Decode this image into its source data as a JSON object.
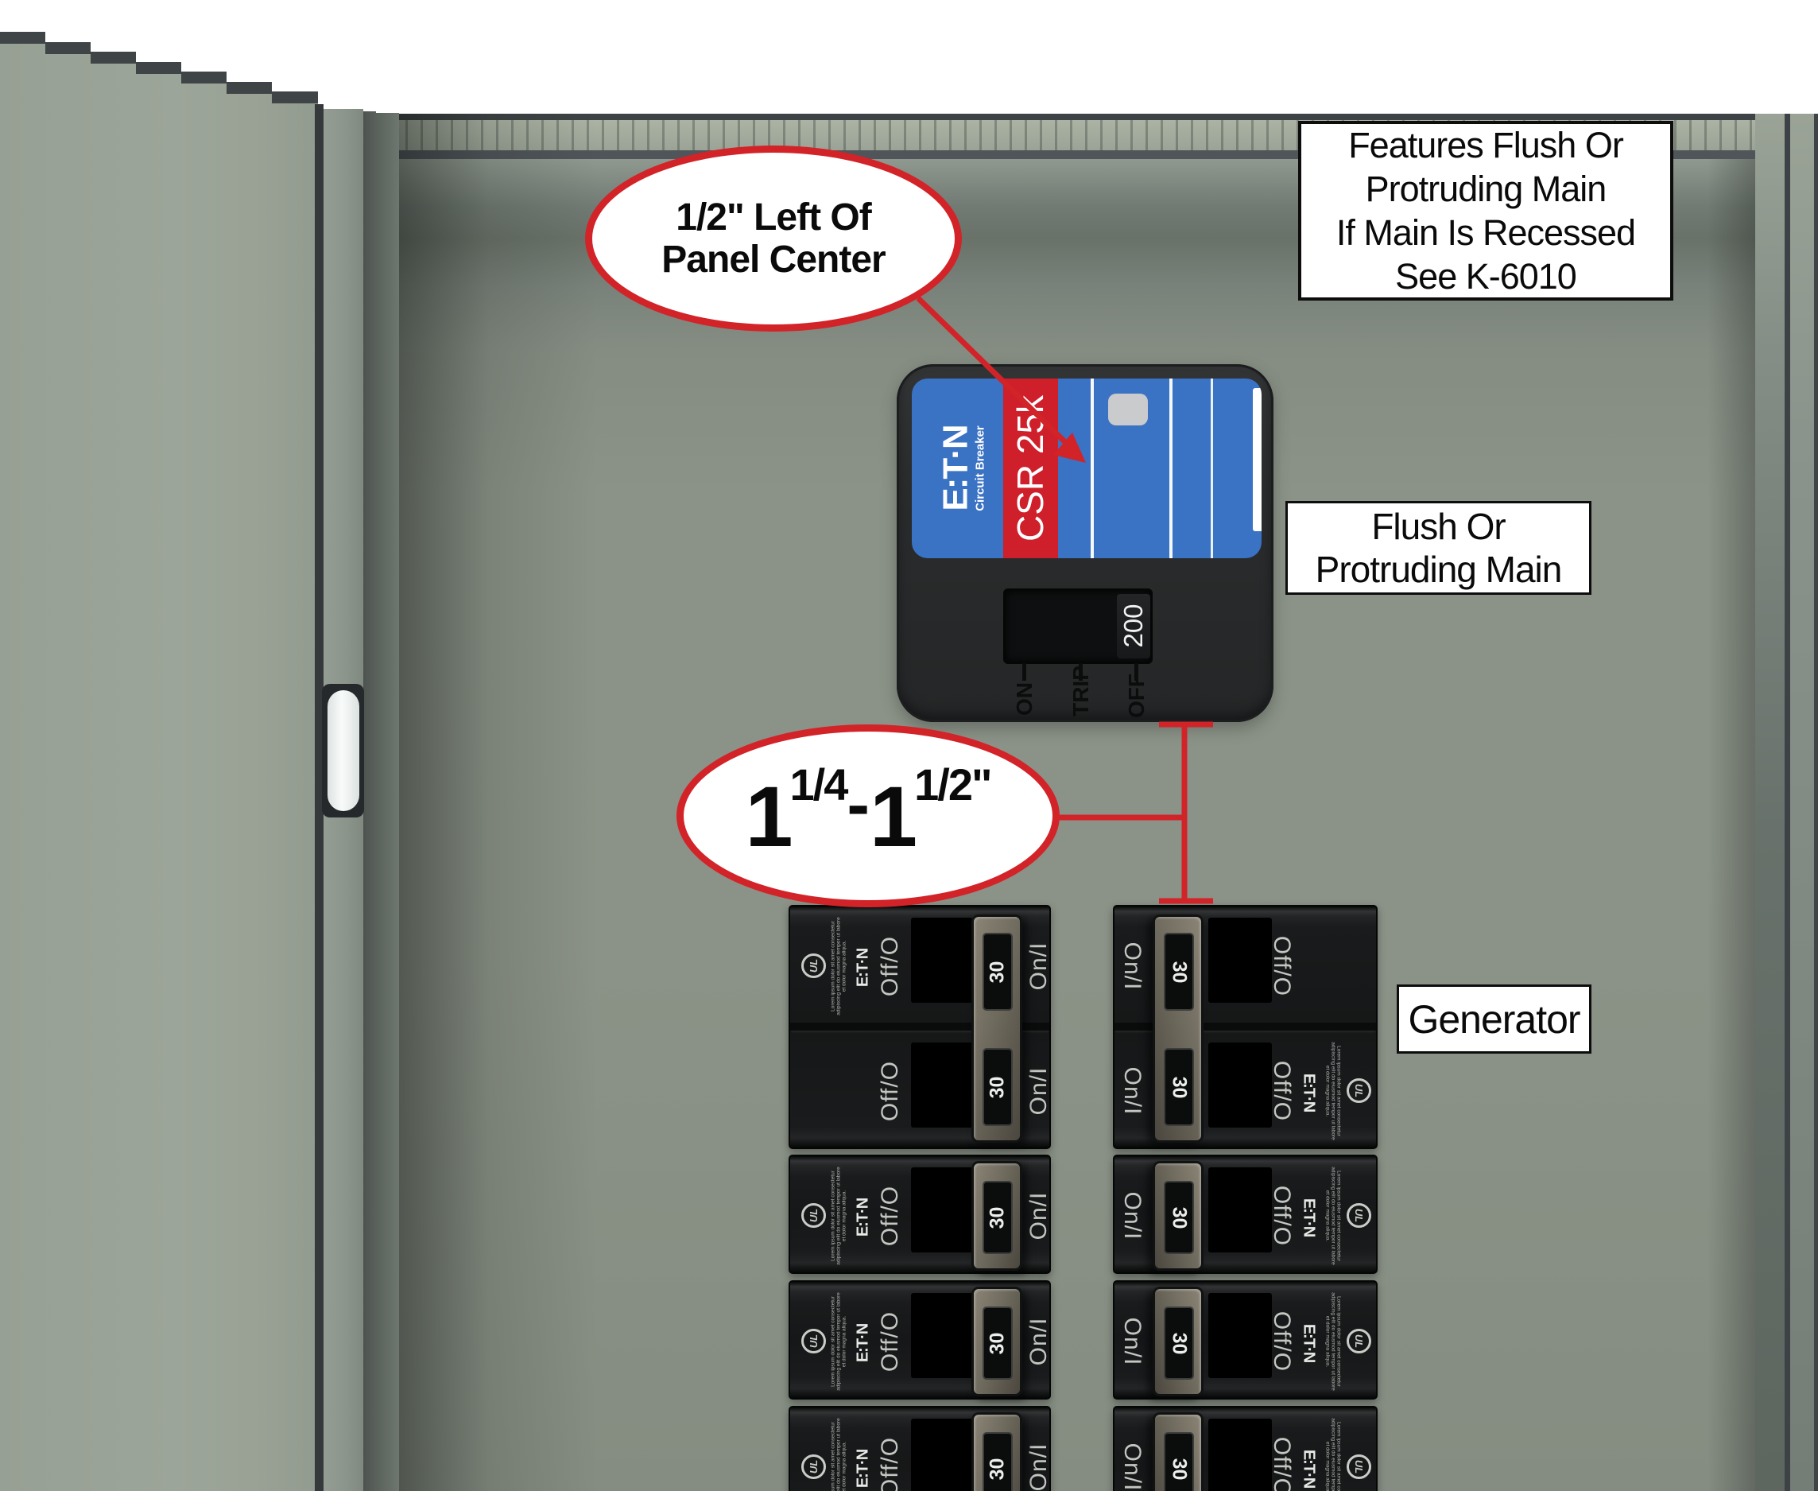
{
  "colors": {
    "callout_red": "#d22328",
    "panel_gray": "#8b9287",
    "door_gray": "#9aa296",
    "label_blue": "#3a72c4",
    "stripe_red": "#ce1f2b",
    "breaker_black": "#191b1c"
  },
  "callouts": {
    "offset": {
      "line1": "1/2\" Left Of",
      "line2": "Panel Center"
    },
    "conduit": {
      "whole1": "1",
      "frac1": "1/4",
      "dash": "-",
      "whole2": "1",
      "frac2": "1/2",
      "inch_mark": "\""
    }
  },
  "notes": {
    "features": {
      "lines": [
        "Features Flush Or",
        "Protruding Main",
        "If Main Is Recessed",
        "See K-6010"
      ]
    },
    "flush": {
      "lines": [
        "Flush Or",
        "Protruding Main"
      ]
    },
    "generator": {
      "label": "Generator"
    }
  },
  "main_breaker": {
    "brand": "E:T·N",
    "brand_sub": "Circuit Breaker",
    "model": "CSR 25k",
    "rating": "200",
    "positions": {
      "on": "ON",
      "trip": "TRIP",
      "off": "OFF"
    }
  },
  "branch_breakers": {
    "brand": "E:T·N",
    "amp": "30",
    "off_label": "Off/O",
    "on_label": "On/I",
    "ul": "UL",
    "fine_print": "Lorem ipsum dolor sit amet consectetur adipiscing elit do eiusmod tempor ut labore et dolor magna aliqua."
  }
}
